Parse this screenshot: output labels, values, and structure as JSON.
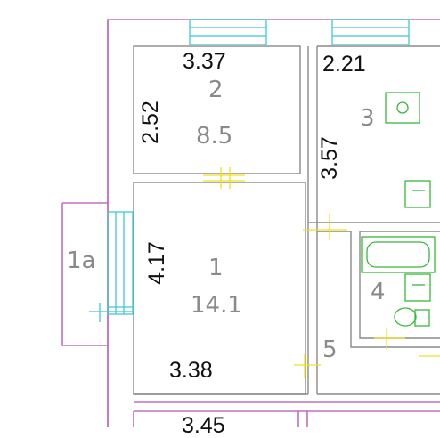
{
  "colors": {
    "wall": "#c070c0",
    "room_line": "#8a8a8a",
    "window": "#3fc8d8",
    "fixture": "#38b838",
    "door_mark": "#f0e020",
    "dimension_text": "#111111",
    "room_text": "#8a8a8a"
  },
  "rooms": [
    {
      "number": "2",
      "area": "8.5"
    },
    {
      "number": "3",
      "area": ""
    },
    {
      "number": "1",
      "area": "14.1"
    },
    {
      "number": "1a",
      "area": ""
    },
    {
      "number": "4",
      "area": ""
    },
    {
      "number": "5",
      "area": ""
    }
  ],
  "dimensions": {
    "room2_width": "3.37",
    "room2_depth": "2.52",
    "room3_width": "2.21",
    "room3_depth": "3.57",
    "room1_depth": "4.17",
    "room1_width": "3.38",
    "lower_partial": "3.45"
  },
  "fixtures": [
    "stove-icon",
    "sink-icon",
    "bathtub-icon",
    "washbasin-icon",
    "toilet-icon"
  ]
}
